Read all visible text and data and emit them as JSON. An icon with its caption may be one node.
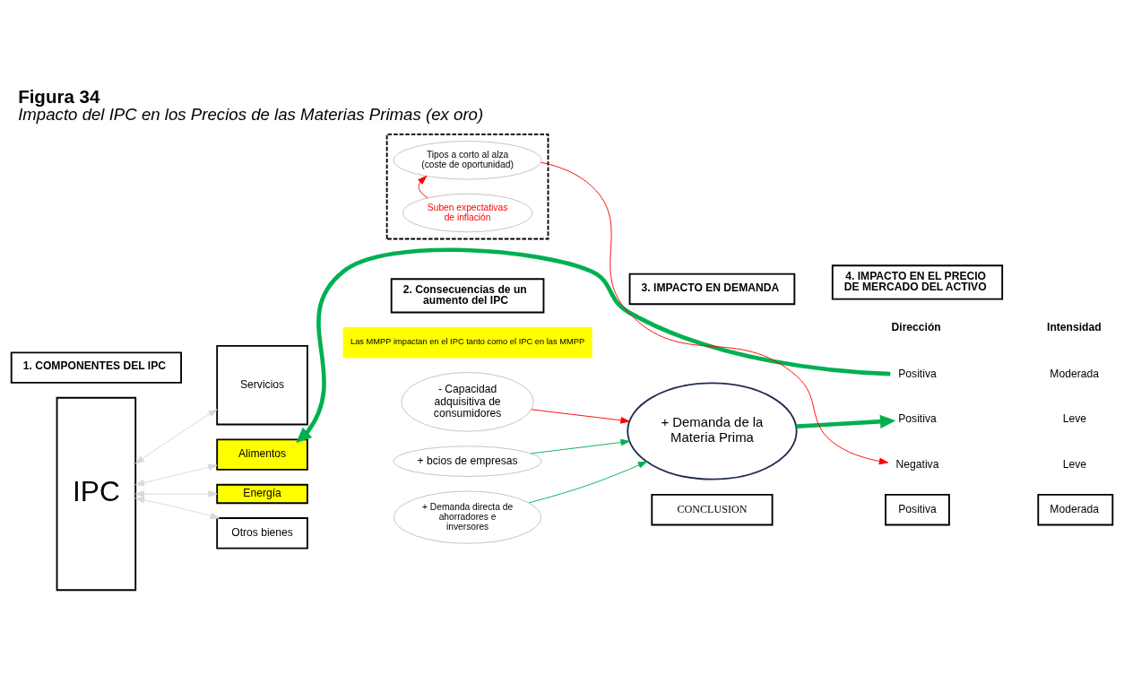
{
  "diagram": {
    "title": "Figura 34",
    "caption": "Impacto del IPC en los Precios de las Materias Primas (ex oro)",
    "nodes": [
      {
        "text": [
          "IPC"
        ]
      },
      {
        "text": [
          "Servicios"
        ]
      },
      {
        "text": [
          "Alimentos"
        ]
      },
      {
        "text": [
          "Energía"
        ]
      },
      {
        "text": [
          "Otros bienes"
        ]
      },
      {
        "text": [
          "Las MMPP impactan en el IPC tanto como el IPC en las MMPP"
        ]
      },
      {
        "text": [
          "- Capacidad adquisitiva de consumidores"
        ]
      },
      {
        "text": [
          "+ bcios de empresas"
        ]
      },
      {
        "text": [
          "+ Demanda directa de ahorradores e inversores"
        ]
      },
      {
        "text": [
          "+ Demanda de la Materia Prima"
        ]
      },
      {
        "text": [
          "Positiva"
        ]
      },
      {
        "text": [
          "Positiva"
        ]
      },
      {
        "text": [],
        "shape": "box"
      },
      {
        "text": [
          "Suben expectativas de inflación"
        ],
        "in": 12
      },
      {
        "text": [
          "Tipos a corto al alza (coste de oportunidad)"
        ],
        "in": 12
      },
      {
        "text": [
          "Negativa"
        ]
      },
      {
        "text": [
          "CONCLUSION"
        ]
      }
    ],
    "edges": [
      {
        "from": 0,
        "to": 1,
        "arrow": "both",
        "color": "#d9d9d9"
      },
      {
        "from": 0,
        "to": 2,
        "arrow": "both",
        "color": "#d9d9d9"
      },
      {
        "from": 0,
        "to": 3,
        "arrow": "both",
        "color": "#d9d9d9"
      },
      {
        "from": 0,
        "to": 4,
        "arrow": "both",
        "color": "#d9d9d9"
      },
      {
        "from": 10,
        "to": 2,
        "arrow": "to",
        "color": "#00b050",
        "style": "thick"
      },
      {
        "from": 6,
        "to": 9,
        "arrow": "to",
        "color": "#ff0000"
      },
      {
        "from": 7,
        "to": 9,
        "arrow": "to",
        "color": "#00b050"
      },
      {
        "from": 8,
        "to": 9,
        "arrow": "to",
        "color": "#00b050"
      },
      {
        "from": 9,
        "to": 11,
        "arrow": "to",
        "color": "#00b050",
        "style": "thick"
      },
      {
        "from": 13,
        "to": 14,
        "arrow": "to",
        "color": "#ff0000"
      },
      {
        "from": 14,
        "to": 15,
        "arrow": "to",
        "color": "#ff0000"
      }
    ],
    "labels": [
      "1. COMPONENTES DEL IPC",
      "2. Consecuencias de un aumento del IPC",
      "3. IMPACTO EN DEMANDA",
      "4. IMPACTO EN EL PRECIO DE MERCADO DEL ACTIVO",
      "Dirección",
      "Intensidad",
      "Moderada",
      "Leve",
      "Leve",
      "Positiva",
      "Moderada"
    ]
  }
}
